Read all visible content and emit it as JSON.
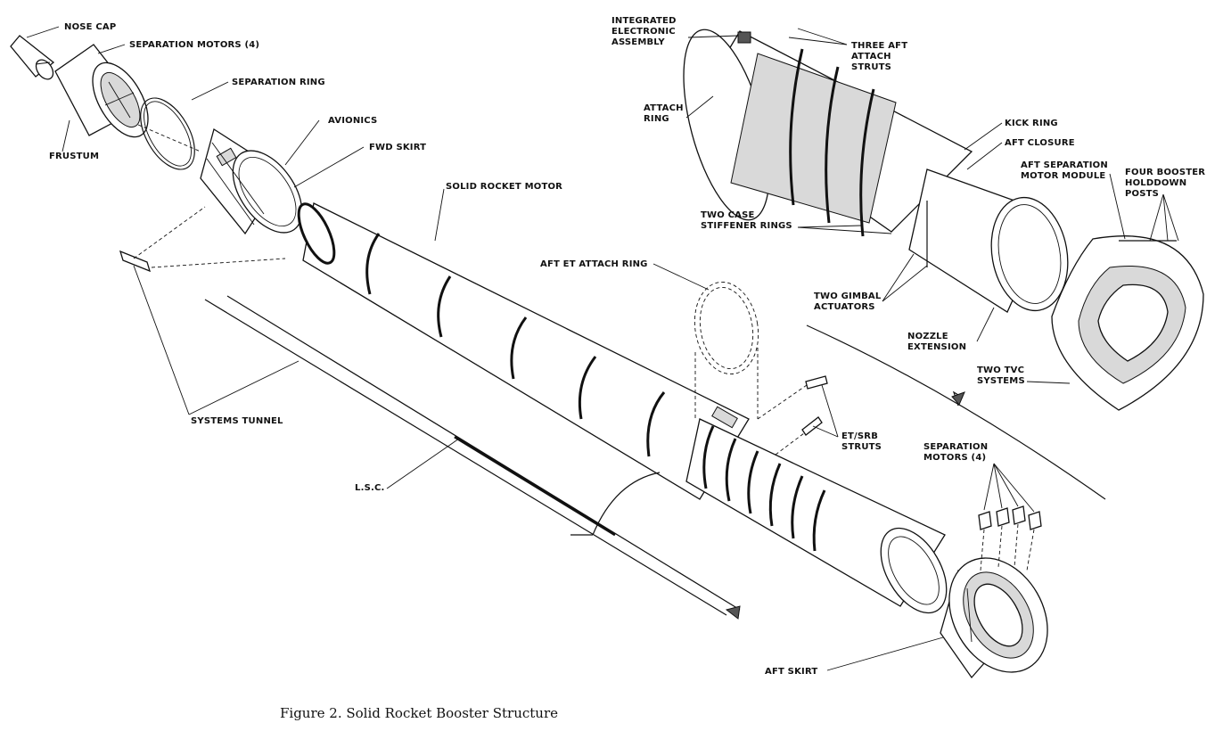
{
  "figure": {
    "caption": "Figure 2. Solid Rocket Booster Structure"
  },
  "labels": {
    "nose_cap": "NOSE CAP",
    "separation_motors_fwd": "SEPARATION MOTORS (4)",
    "separation_ring": "SEPARATION RING",
    "avionics": "AVIONICS",
    "fwd_skirt": "FWD SKIRT",
    "frustum": "FRUSTUM",
    "solid_rocket_motor": "SOLID ROCKET MOTOR",
    "aft_et_attach_ring": "AFT ET ATTACH RING",
    "systems_tunnel": "SYSTEMS TUNNEL",
    "lsc": "L.S.C.",
    "et_srb_struts_1": "ET/SRB",
    "et_srb_struts_2": "STRUTS",
    "separation_motors_aft_1": "SEPARATION",
    "separation_motors_aft_2": "MOTORS (4)",
    "aft_skirt": "AFT SKIRT",
    "integrated_electronic_1": "INTEGRATED",
    "integrated_electronic_2": "ELECTRONIC",
    "integrated_electronic_3": "ASSEMBLY",
    "three_aft_attach_1": "THREE AFT",
    "three_aft_attach_2": "ATTACH",
    "three_aft_attach_3": "STRUTS",
    "attach_ring_1": "ATTACH",
    "attach_ring_2": "RING",
    "kick_ring": "KICK RING",
    "aft_closure": "AFT CLOSURE",
    "aft_sep_module_1": "AFT SEPARATION",
    "aft_sep_module_2": "MOTOR MODULE",
    "four_booster_1": "FOUR BOOSTER",
    "four_booster_2": "HOLDDOWN",
    "four_booster_3": "POSTS",
    "two_case_1": "TWO CASE",
    "two_case_2": "STIFFENER RINGS",
    "two_gimbal_1": "TWO GIMBAL",
    "two_gimbal_2": "ACTUATORS",
    "nozzle_ext_1": "NOZZLE",
    "nozzle_ext_2": "EXTENSION",
    "two_tvc_1": "TWO TVC",
    "two_tvc_2": "SYSTEMS"
  }
}
